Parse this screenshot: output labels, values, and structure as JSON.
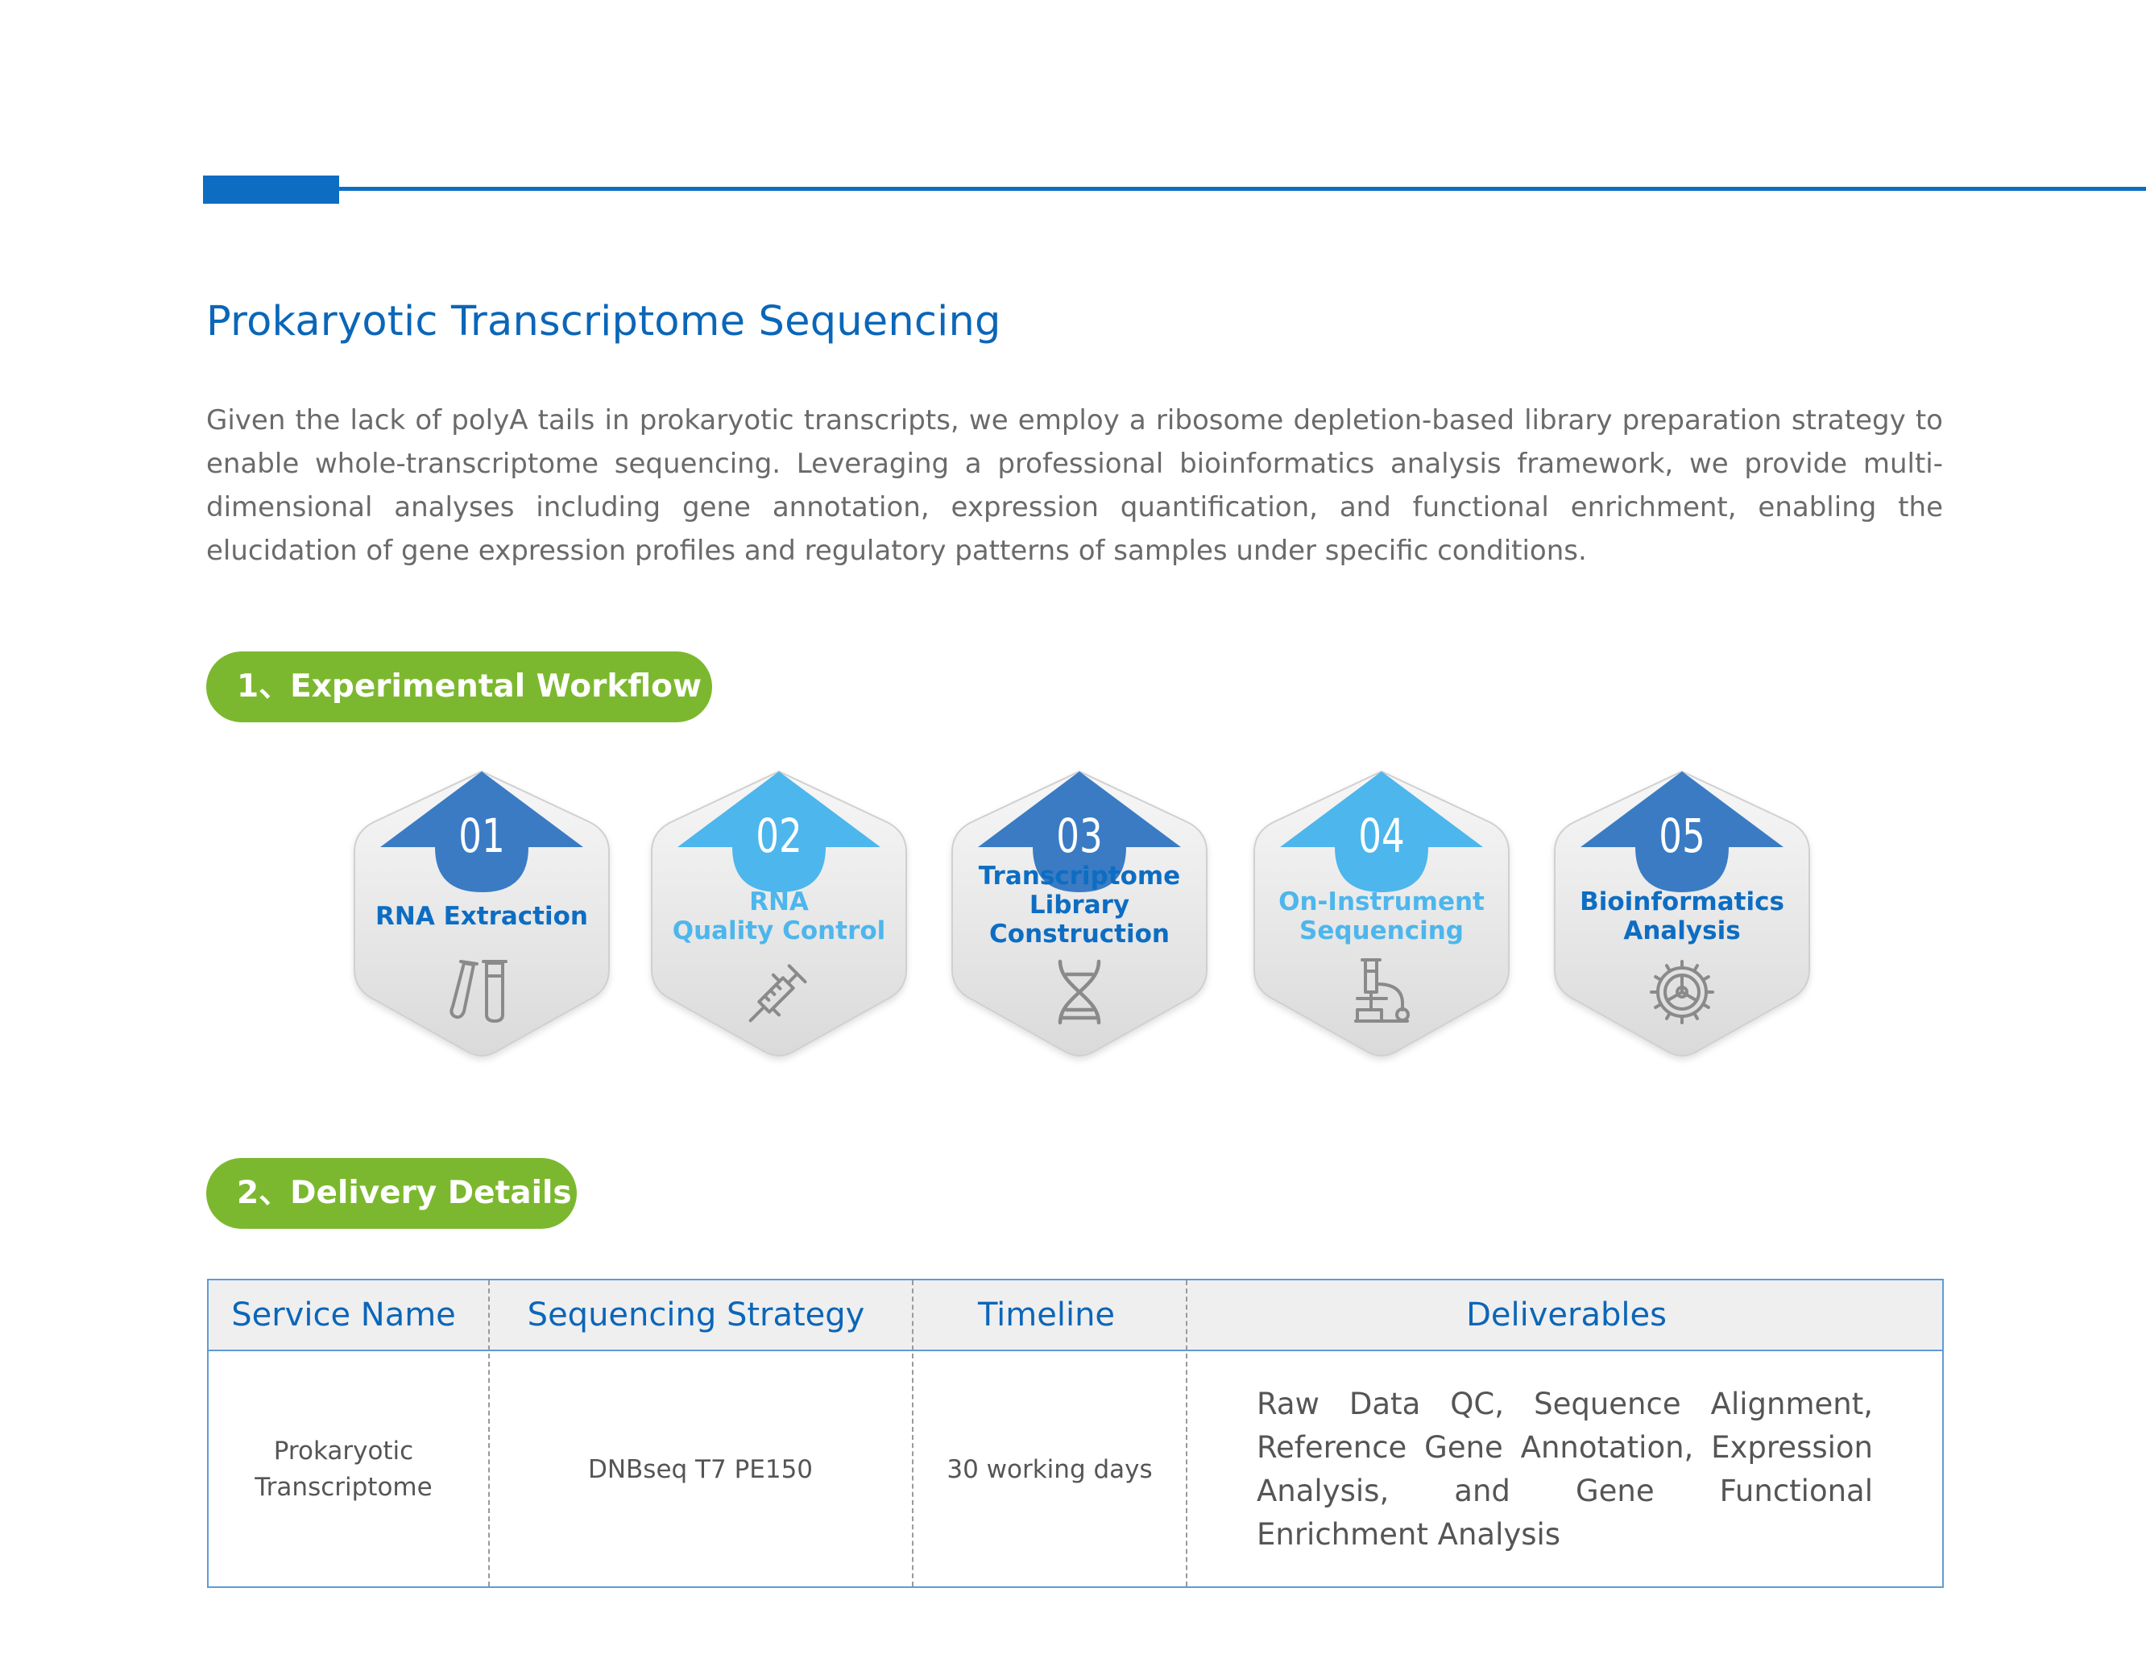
{
  "header": {
    "title": "Prokaryotic Transcriptome Sequencing",
    "intro": "Given the lack of polyA tails in prokaryotic transcripts, we employ a ribosome depletion-based library preparation strategy to enable whole-transcriptome sequencing. Leveraging a professional bioinformatics analysis framework, we provide multi-dimensional analyses including gene annotation, expression quantification, and functional enrichment, enabling the elucidation of gene expression profiles and regulatory patterns of samples under specific conditions."
  },
  "sections": {
    "workflow_title": "1、Experimental Workflow",
    "delivery_title": "2、Delivery Details"
  },
  "colors": {
    "brand_blue": "#0D6DC2",
    "dark_blue": "#3A7BC4",
    "light_blue": "#4DB6EC",
    "green": "#7CB82F"
  },
  "workflow": {
    "steps": [
      {
        "num": "01",
        "lines": [
          "RNA Extraction"
        ],
        "icon": "test-tubes-icon",
        "tone": "dark"
      },
      {
        "num": "02",
        "lines": [
          "RNA",
          "Quality Control"
        ],
        "icon": "syringe-icon",
        "tone": "light"
      },
      {
        "num": "03",
        "lines": [
          "Transcriptome",
          "Library",
          "Construction"
        ],
        "icon": "dna-icon",
        "tone": "dark"
      },
      {
        "num": "04",
        "lines": [
          "On-Instrument",
          "Sequencing"
        ],
        "icon": "microscope-icon",
        "tone": "light"
      },
      {
        "num": "05",
        "lines": [
          "Bioinformatics",
          "Analysis"
        ],
        "icon": "gear-icon",
        "tone": "dark"
      }
    ]
  },
  "delivery": {
    "headers": [
      "Service Name",
      "Sequencing Strategy",
      "Timeline",
      "Deliverables"
    ],
    "row": {
      "service_line1": "Prokaryotic",
      "service_line2": "Transcriptome",
      "strategy": "DNBseq T7 PE150",
      "timeline": "30 working days",
      "deliverables": "Raw Data QC, Sequence Alignment, Reference Gene Annotation, Expression Analysis, and Gene Functional Enrichment Analysis"
    }
  }
}
